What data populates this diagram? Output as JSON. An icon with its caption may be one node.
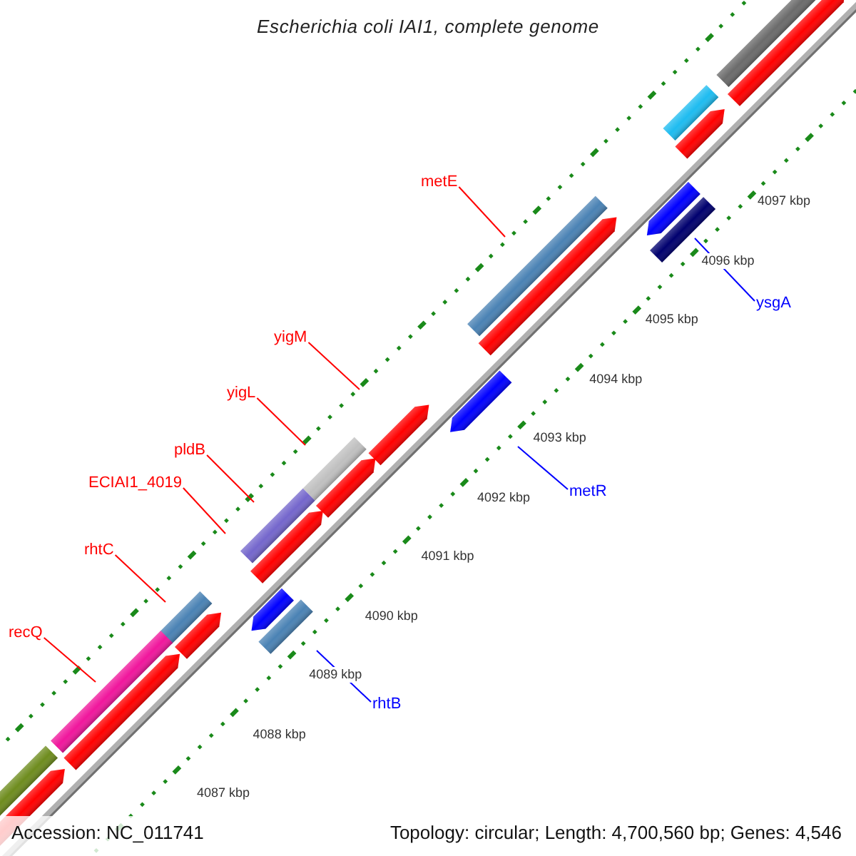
{
  "diagram": {
    "title": "Escherichia coli IAI1, complete genome",
    "nodes": [
      {
        "text": [
          "metE"
        ]
      },
      {
        "text": [
          "ysgA"
        ]
      },
      {
        "text": [
          "yigM"
        ]
      },
      {
        "text": [
          "yigL"
        ]
      },
      {
        "text": [
          "pldB"
        ]
      },
      {
        "text": [
          "ECIAI1_4019"
        ]
      },
      {
        "text": [
          "metR"
        ]
      },
      {
        "text": [
          "rhtC"
        ]
      },
      {
        "text": [
          "recQ"
        ]
      },
      {
        "text": [
          "rhtB"
        ]
      }
    ],
    "edges": [
      {
        "from": 0,
        "to": null,
        "arrow": "none"
      },
      {
        "from": 1,
        "to": null,
        "arrow": "none",
        "color": "#0000ff"
      },
      {
        "from": 2,
        "to": null,
        "arrow": "none"
      },
      {
        "from": 3,
        "to": null,
        "arrow": "none"
      },
      {
        "from": 4,
        "to": null,
        "arrow": "none"
      },
      {
        "from": 5,
        "to": null,
        "arrow": "none"
      },
      {
        "from": 6,
        "to": null,
        "arrow": "none",
        "color": "#0000ff"
      },
      {
        "from": 7,
        "to": null,
        "arrow": "none"
      },
      {
        "from": 8,
        "to": null,
        "arrow": "none"
      },
      {
        "from": 9,
        "to": null,
        "arrow": "none",
        "color": "#0000ff"
      }
    ],
    "labels": [
      "4097 kbp",
      "4096 kbp",
      "4095 kbp",
      "4094 kbp",
      "4093 kbp",
      "4092 kbp",
      "4091 kbp",
      "4090 kbp",
      "4089 kbp",
      "4088 kbp",
      "4087 kbp",
      "Accession: NC_011741",
      "Topology: circular; Length: 4,700,560 bp; Genes: 4,546"
    ]
  }
}
